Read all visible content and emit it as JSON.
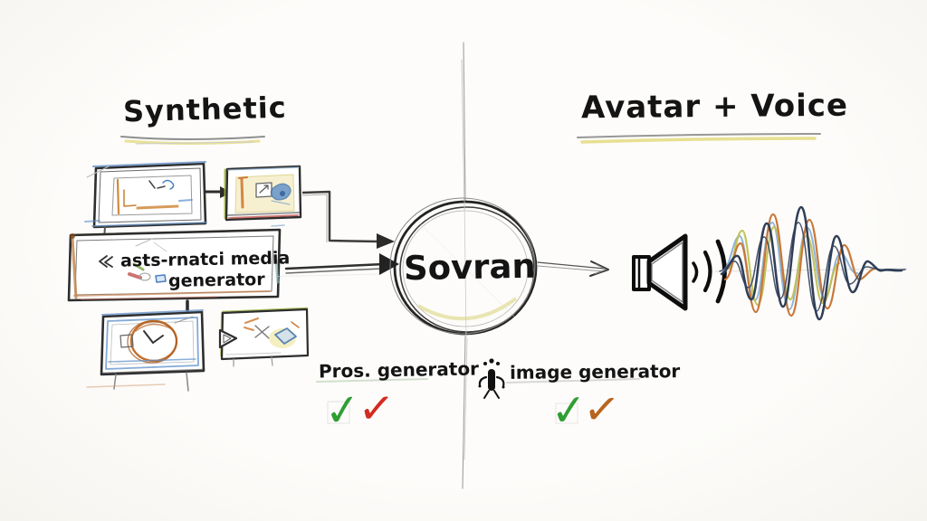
{
  "left_section": {
    "title": "Synthetic",
    "media_generator_box": {
      "line1": "asts-rnatci media",
      "line2": "generator"
    },
    "thumbnails": [
      "storyboard-screen",
      "camera-screen",
      "clock-screen",
      "player-screen"
    ]
  },
  "hub": {
    "label": "Sovran"
  },
  "right_section": {
    "title": "Avatar + Voice"
  },
  "footer": {
    "pros_generator": {
      "label": "Pros. generator",
      "checks": [
        {
          "glyph": "✓",
          "color": "#2f9e33"
        },
        {
          "glyph": "✓",
          "color": "#d42a20"
        }
      ]
    },
    "image_generator": {
      "label": "image generator",
      "checks": [
        {
          "glyph": "✓",
          "color": "#2f9e33"
        },
        {
          "glyph": "✓",
          "color": "#b8641f"
        }
      ]
    }
  },
  "icons": {
    "speaker": "speaker-icon",
    "sound_waves": "sound-waves-icon",
    "waveform": "audio-waveform-sketch",
    "person_doodle": "person-doodle-icon",
    "checkmark": "check-icon"
  },
  "colors": {
    "ink": "#1b1b1b",
    "accent_orange": "#cf7b33",
    "accent_blue": "#5b8ec9",
    "accent_green": "#9ab23c",
    "accent_yellow": "#e3db7e",
    "accent_red": "#c0504a",
    "check_green": "#2f9e33",
    "check_red": "#d42a20",
    "check_orange": "#b8641f",
    "wave_navy": "#3a4a66",
    "wave_orange": "#c9773a",
    "wave_yellow_green": "#bcbf4e",
    "wave_light_blue": "#8fb5da"
  }
}
